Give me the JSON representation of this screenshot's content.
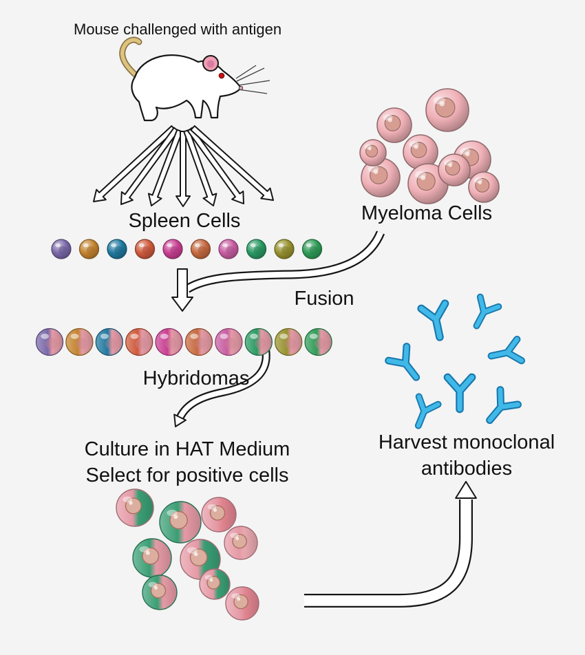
{
  "labels": {
    "mouse_caption": "Mouse challenged with antigen",
    "spleen_cells": "Spleen Cells",
    "myeloma_cells": "Myeloma Cells",
    "fusion": "Fusion",
    "hybridomas": "Hybridomas",
    "culture_line1": "Culture in HAT Medium",
    "culture_line2": "Select for positive cells",
    "harvest_line1": "Harvest monoclonal",
    "harvest_line2": "antibodies"
  },
  "colors": {
    "background": "#f4f4f4",
    "text": "#111111",
    "arrow_fill": "#ffffff",
    "arrow_outline": "#161616",
    "spleen_cell_colors": [
      "#7a68a8",
      "#c4842f",
      "#20799f",
      "#cf5a3c",
      "#c83f92",
      "#c66a40",
      "#c85da2",
      "#2a9a63",
      "#97922f",
      "#2f9c58"
    ],
    "hybridoma_pink": "#e39aa6",
    "myeloma_base": "#efb0b6",
    "myeloma_nucleus": "#d79d92",
    "culture_green": "#3a9e74",
    "culture_pink": "#e59aa6",
    "antibody_fill": "#41b9e8",
    "antibody_outline": "#1878ad",
    "mouse_body": "#ffffff",
    "mouse_tail": "#dcc37f",
    "mouse_ear": "#ef9fb4",
    "mouse_eye": "#cc1111"
  },
  "cells": {
    "spleen_count": 10,
    "hybridoma_count": 10,
    "myeloma_count": 9,
    "antibody_count": 7,
    "culture_pairs": [
      [
        "#e59aa6",
        "#3a9e74"
      ],
      [
        "#3a9e74",
        "#e59aa6"
      ],
      [
        "#e59aa6",
        "#e0848f"
      ],
      [
        "#3a9e74",
        "#e59aa6"
      ],
      [
        "#e59aa6",
        "#3a9e74"
      ],
      [
        "#e59aa6",
        "#e8a8b0"
      ],
      [
        "#3a9e74",
        "#e59aa6"
      ],
      [
        "#e59aa6",
        "#3a9e74"
      ],
      [
        "#e59aa6",
        "#e0848f"
      ]
    ]
  }
}
